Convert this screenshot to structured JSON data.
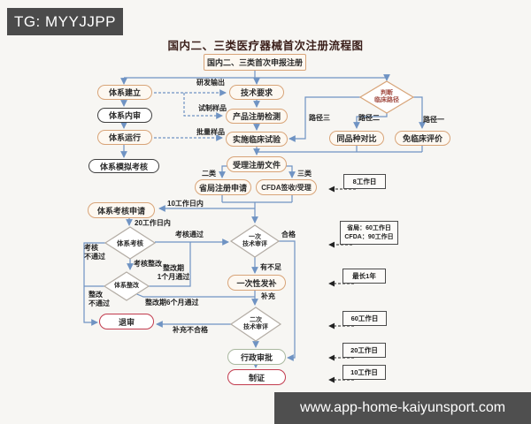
{
  "overlays": {
    "tg_badge": "TG: MYYJJPP",
    "site_bar": "www.app-home-kaiyunsport.com"
  },
  "title": "国内二、三类医疗器械首次注册流程图",
  "nodes": {
    "start": "国内二、三类首次申报注册",
    "system_build": "体系建立",
    "system_internal_audit": "体系内审",
    "system_run": "体系运行",
    "system_mock_assessment": "体系模拟考核",
    "tech_requirements": "技术要求",
    "product_registration_test": "产品注册检测",
    "clinical_trial": "实施临床试验",
    "judge_clinical_path_line1": "判断",
    "judge_clinical_path_line2": "临床路径",
    "same_variety_compare": "同品种对比",
    "clinical_exempt": "免临床评价",
    "accept_registration_docs": "受理注册文件",
    "provincial_application": "省局注册申请",
    "cfda_accept": "CFDA签收/受理",
    "system_assessment_apply": "体系考核申请",
    "system_assessment": "体系考核",
    "first_review_line1": "一次",
    "first_review_line2": "技术审评",
    "one_time_supplement": "一次性发补",
    "second_review_line1": "二次",
    "second_review_line2": "技术审评",
    "system_rectify": "体系整改",
    "reject": "退审",
    "admin_approval": "行政审批",
    "certificate": "制证"
  },
  "edge_labels": {
    "rd_output": "研发输出",
    "trial_sample": "试制样品",
    "batch_sample": "批量样品",
    "path3": "路径三",
    "path2": "路径二",
    "path1": "路径一",
    "class2": "二类",
    "class3": "三类",
    "within_10_days": "10工作日内",
    "within_20_days": "20工作日内",
    "assessment_pass": "考核通过",
    "qualified": "合格",
    "assessment_fail": "考核\n不通过",
    "assessment_rectify": "考核整改",
    "rectify_1month": "整改期\n1个月通过",
    "rectify_fail": "整改\n不通过",
    "rectify_6month": "整改期6个月通过",
    "deficient": "有不足",
    "supplement": "补充",
    "supplement_fail": "补充不合格"
  },
  "callouts": {
    "accept_days": "8工作日",
    "review_days_line1": "省局：60工作日",
    "review_days_line2": "CFDA：90工作日",
    "supplement_max": "最长1年",
    "second_review_days": "60工作日",
    "approval_days": "20工作日",
    "certificate_days": "10工作日"
  },
  "colors": {
    "connector_blue": "#6f93c3",
    "node_orange_border": "#d8a478",
    "node_dark_border": "#3f3f3f",
    "node_red_border": "#c23b4e",
    "watermark_gray": "#4b4b4b"
  }
}
